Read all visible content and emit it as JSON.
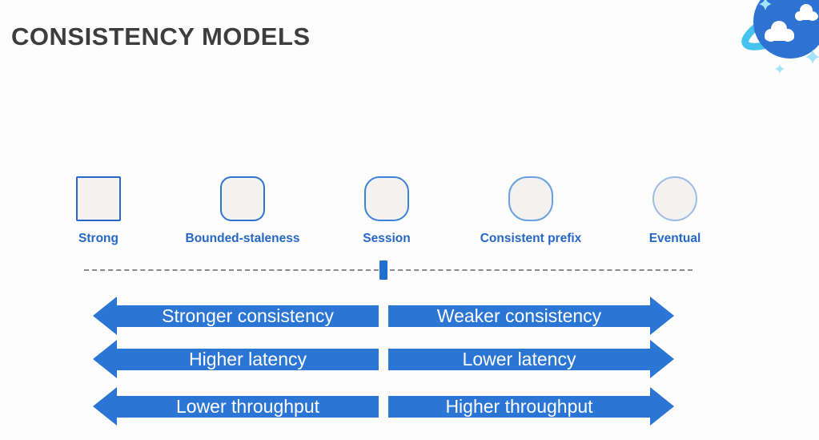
{
  "title": "CONSISTENCY MODELS",
  "title_color": "#3d3d3d",
  "logo": {
    "icon": "azure-cosmos-db-globe",
    "globe_color": "#2e72d2",
    "ring_color": "#45c2ee",
    "cloud_color": "#ffffff",
    "sparkle_color": "#a5e4f8"
  },
  "models": [
    {
      "label": "Strong",
      "shape": "square",
      "border_color": "#2a66cc",
      "corner_radius": "2px"
    },
    {
      "label": "Bounded-staleness",
      "shape": "rounded-square",
      "border_color": "#2f74d2",
      "corner_radius": "14px"
    },
    {
      "label": "Session",
      "shape": "squircle",
      "border_color": "#3c83d8",
      "corner_radius": "19px"
    },
    {
      "label": "Consistent prefix",
      "shape": "rounded-circle",
      "border_color": "#6ba0de",
      "corner_radius": "24px"
    },
    {
      "label": "Eventual",
      "shape": "circle",
      "border_color": "#9cbce6",
      "corner_radius": "28px"
    }
  ],
  "shape_fill": "#f3f2f0",
  "label_color": "#2667c6",
  "spectrum": {
    "line_style": "dashed",
    "line_color": "#8a8a8a",
    "marker_color": "#1f70cf",
    "marker_aligned_with": "Session"
  },
  "tradeoffs": [
    {
      "left": "Stronger consistency",
      "right": "Weaker consistency"
    },
    {
      "left": "Higher latency",
      "right": "Lower latency"
    },
    {
      "left": "Lower throughput",
      "right": "Higher throughput"
    }
  ],
  "arrow_color": "#2b76d4"
}
